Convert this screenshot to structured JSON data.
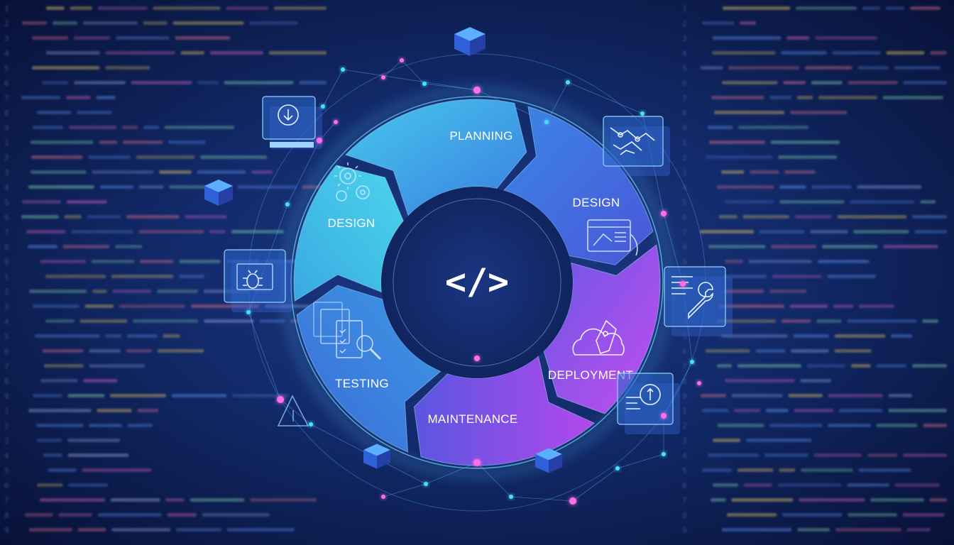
{
  "diagram": {
    "center_symbol": "</>",
    "stages": [
      {
        "id": "planning",
        "label": "PLANNING",
        "color": "#3fa0ea"
      },
      {
        "id": "design-right",
        "label": "DESIGN",
        "color": "#3c74dc"
      },
      {
        "id": "deployment",
        "label": "DEPLOYMENT",
        "color": "#a848e8"
      },
      {
        "id": "maintenance",
        "label": "MAINTENANCE",
        "color": "#8a4ae8"
      },
      {
        "id": "testing",
        "label": "TESTING",
        "color": "#3b7ed8"
      },
      {
        "id": "design-left",
        "label": "DESIGN",
        "color": "#40b8e6"
      }
    ],
    "floating_cards": [
      {
        "id": "download",
        "icon": "download-icon"
      },
      {
        "id": "bug",
        "icon": "bug-icon"
      },
      {
        "id": "blueprint",
        "icon": "blueprint-icon"
      },
      {
        "id": "wrench",
        "icon": "wrench-icon"
      },
      {
        "id": "sync",
        "icon": "sync-icon"
      }
    ]
  },
  "colors": {
    "background": "#122a6a",
    "ring_glow": "#5ec8ff",
    "node_pink": "#ff6ee8",
    "node_cyan": "#46e0ff"
  }
}
